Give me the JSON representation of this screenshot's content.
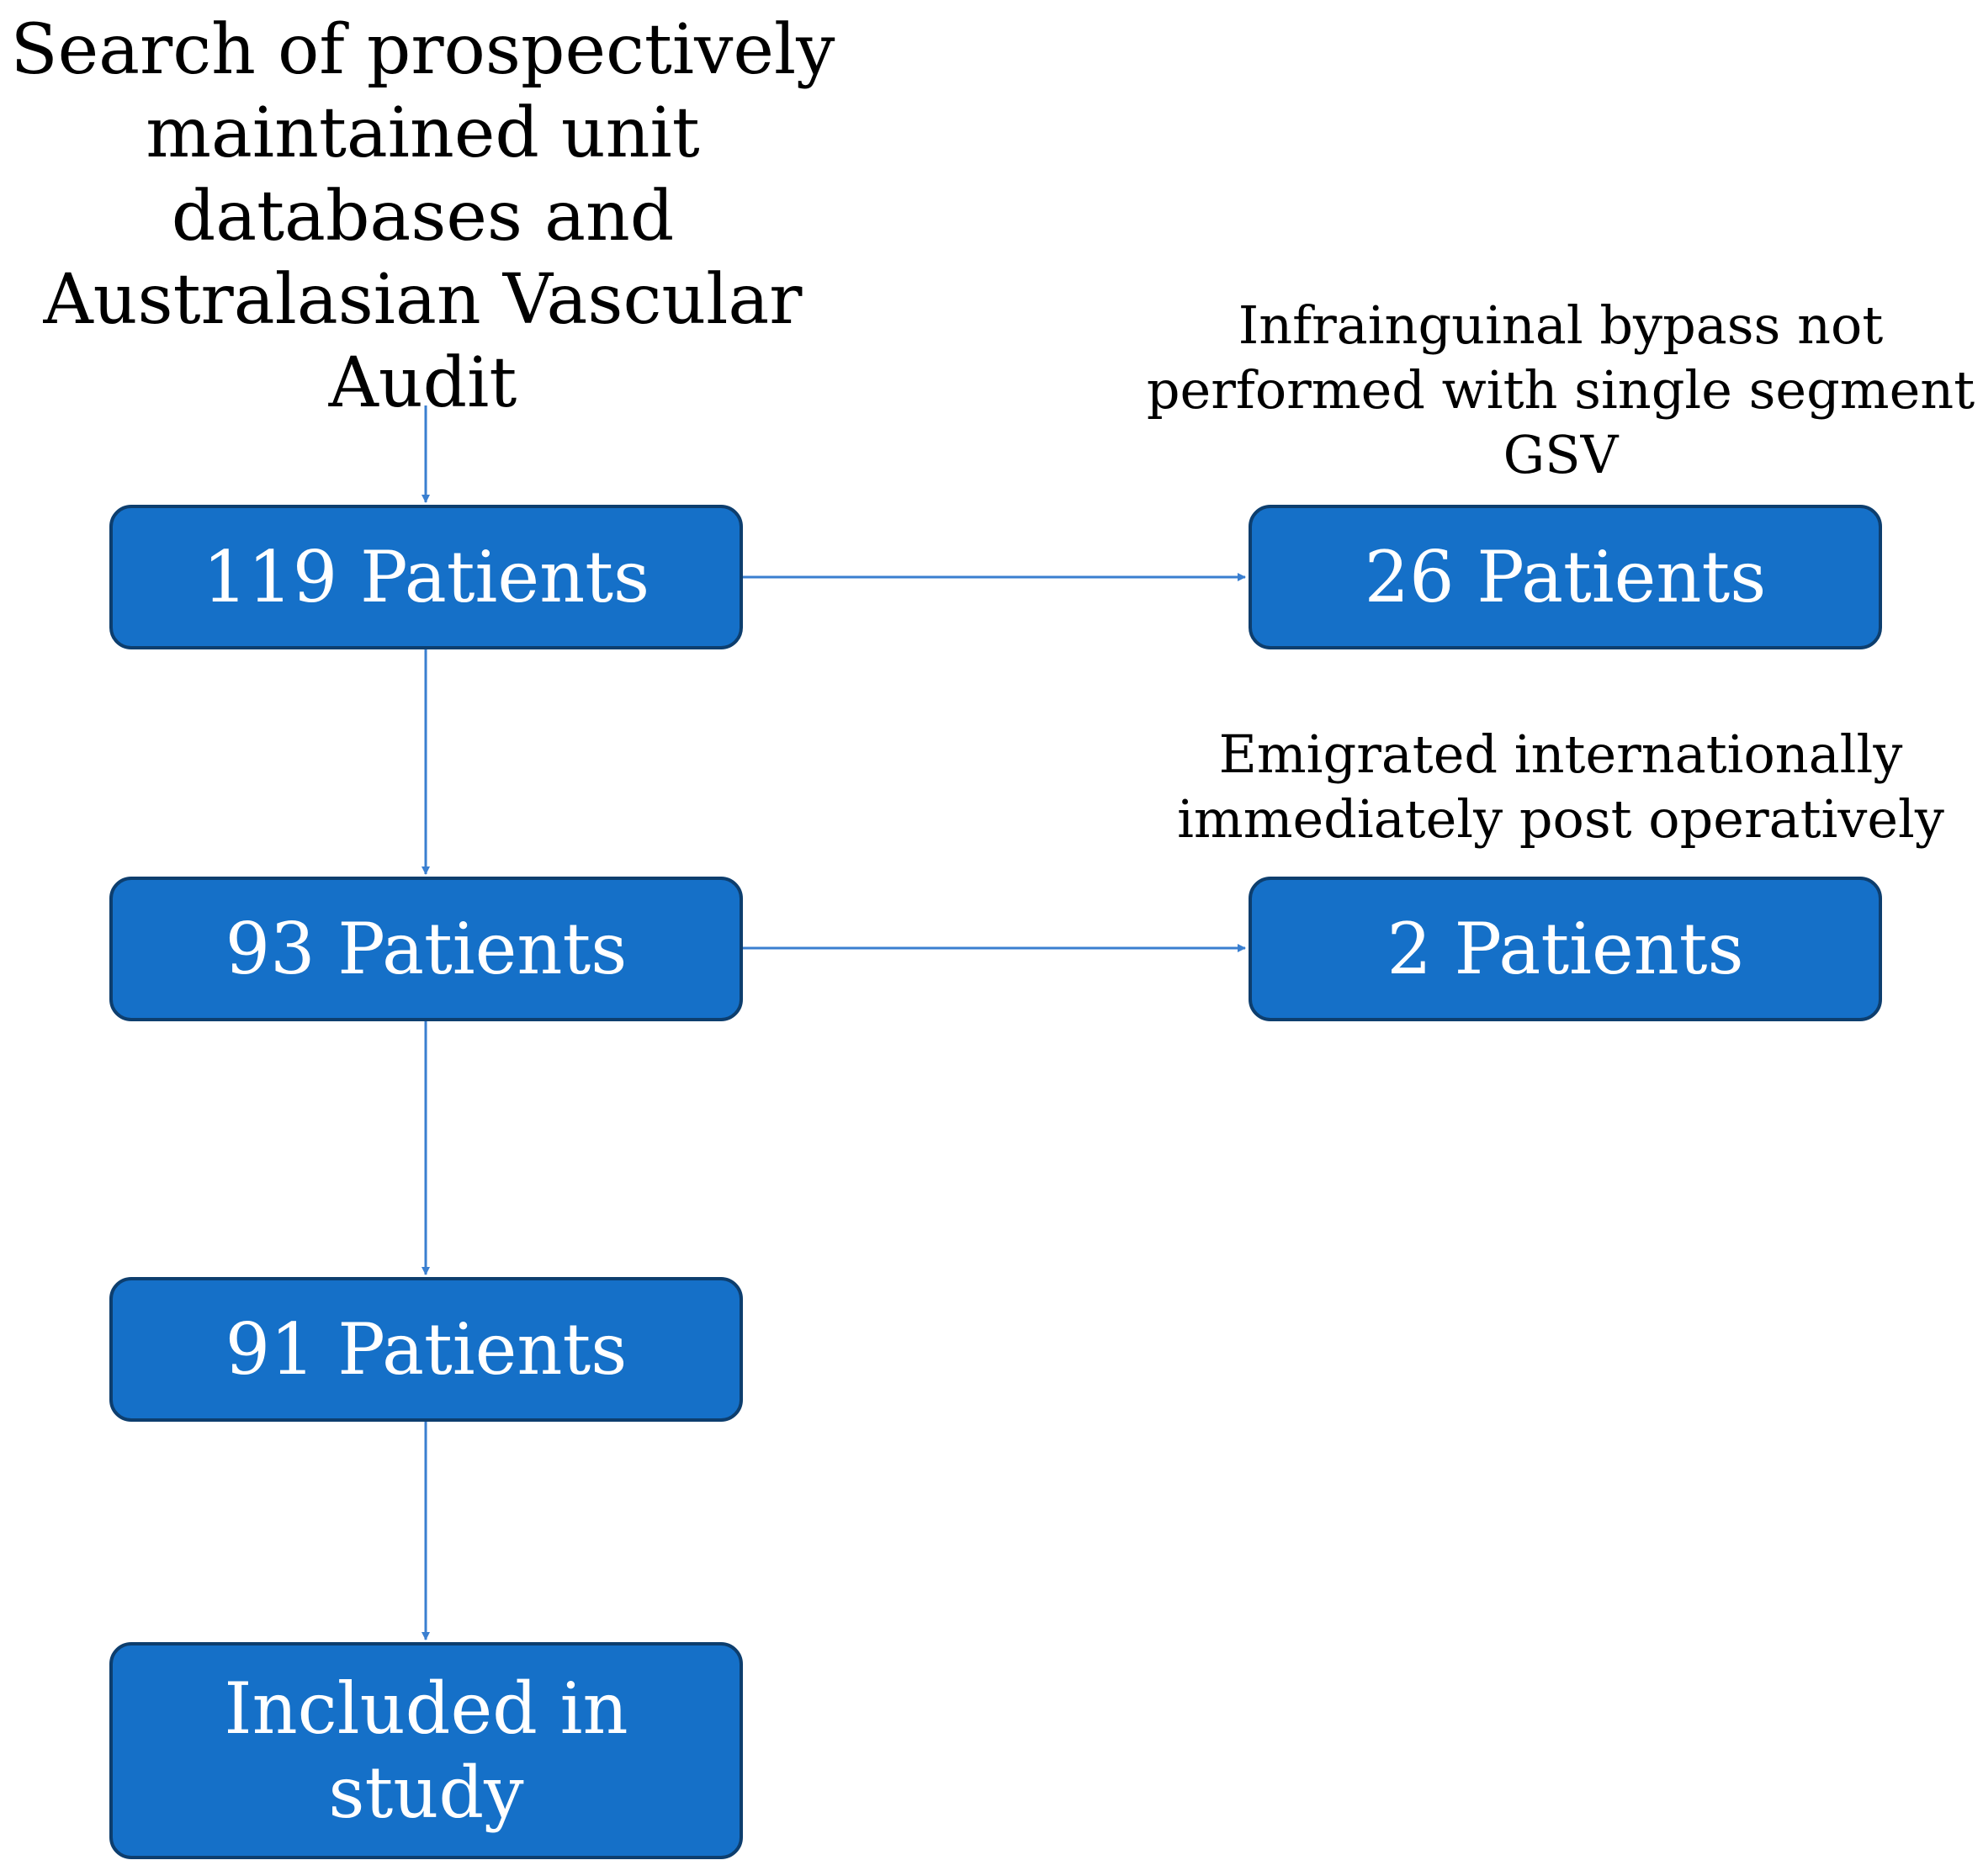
{
  "source": {
    "text": "Search of prospectively\nmaintained unit\ndatabases and\nAustralasian Vascular\nAudit"
  },
  "boxes": {
    "initial": "119 Patients",
    "after_exclusion_1": "93 Patients",
    "after_exclusion_2": "91 Patients",
    "final": "Included in\nstudy"
  },
  "exclusions": [
    {
      "reason": "Infrainguinal bypass not\nperformed with single segment\nGSV",
      "count_label": "26 Patients"
    },
    {
      "reason": "Emigrated internationally\nimmediately post operatively",
      "count_label": "2 Patients"
    }
  ],
  "colors": {
    "box_fill": "#1570c8",
    "box_border": "#0d3e6e",
    "arrow": "#3a7fd0",
    "box_text": "#ffffff"
  }
}
